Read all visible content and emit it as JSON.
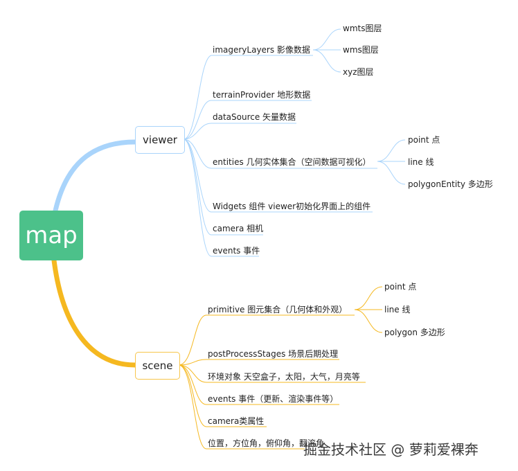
{
  "root": {
    "label": "map",
    "color": "#4cc18a"
  },
  "viewer": {
    "label": "viewer",
    "color": "#a9d4fb",
    "children": [
      {
        "label": "imageryLayers 影像数据",
        "children": [
          "wmts图层",
          "wms图层",
          "xyz图层"
        ]
      },
      {
        "label": "terrainProvider 地形数据"
      },
      {
        "label": "dataSource 矢量数据"
      },
      {
        "label": "entities 几何实体集合（空间数据可视化）",
        "children": [
          "point 点",
          "line 线",
          "polygonEntity 多边形"
        ]
      },
      {
        "label": "Widgets 组件 viewer初始化界面上的组件"
      },
      {
        "label": "camera 相机"
      },
      {
        "label": "events 事件"
      }
    ]
  },
  "scene": {
    "label": "scene",
    "color": "#f5b820",
    "children": [
      {
        "label": "primitive 图元集合（几何体和外观）",
        "children": [
          "point 点",
          "line 线",
          "polygon 多边形"
        ]
      },
      {
        "label": "postProcessStages 场景后期处理"
      },
      {
        "label": "环境对象 天空盒子，太阳，大气，月亮等"
      },
      {
        "label": "events 事件（更新、渲染事件等）"
      },
      {
        "label": "camera类属性"
      },
      {
        "label": "位置，方位角，俯仰角，翻滚角"
      }
    ]
  },
  "watermark": "掘金技术社区 @ 萝莉爱裸奔"
}
